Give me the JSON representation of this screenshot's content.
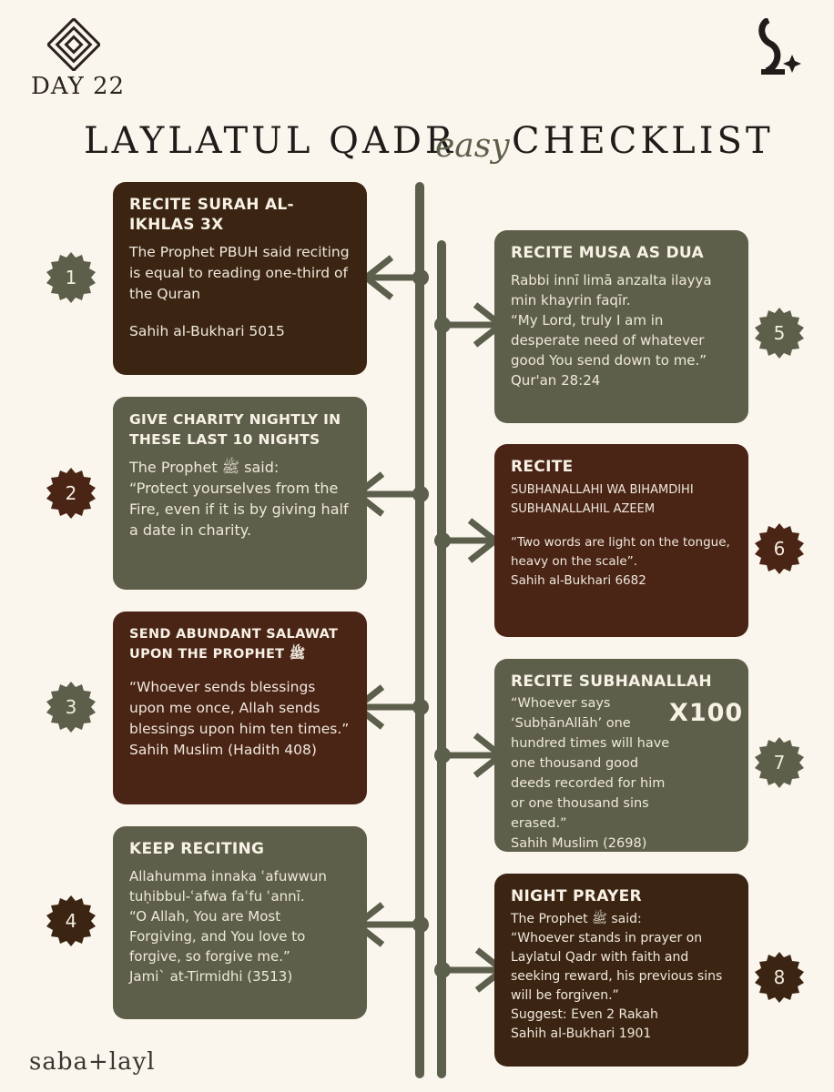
{
  "header": {
    "day": "DAY 22",
    "title_left": "LAYLATUL QADR",
    "title_mid": "easy",
    "title_right": "CHECKLIST"
  },
  "colors": {
    "background": "#faf6ee",
    "olive": "#5e5f4a",
    "dark_brown": "#3b2512",
    "maroon": "#4a2415"
  },
  "items": [
    {
      "num": "1",
      "title": "RECITE SURAH AL-IKHLAS 3X",
      "body": "The Prophet PBUH said reciting is equal to reading one-third of the Quran",
      "source": "Sahih al-Bukhari 5015"
    },
    {
      "num": "2",
      "title": "GIVE CHARITY NIGHTLY IN THESE LAST 10 NIGHTS",
      "body": "The Prophet ﷺ said:\n“Protect yourselves from the Fire, even if it is by giving half a date in charity.",
      "source": ""
    },
    {
      "num": "3",
      "title": "SEND ABUNDANT SALAWAT UPON THE PROPHET ﷺ",
      "body": "“Whoever sends blessings upon me once, Allah sends blessings upon him ten times.”",
      "source": "Sahih Muslim (Hadith 408)"
    },
    {
      "num": "4",
      "title": "KEEP RECITING",
      "body": "Allahumma innaka ʿafuwwun tuḥibbul-ʿafwa faʿfu ʿannī.\n“O Allah, You are Most Forgiving, and You love to forgive, so forgive me.”",
      "source": "Jami` at-Tirmidhi (3513)"
    },
    {
      "num": "5",
      "title": "RECITE MUSA AS DUA",
      "body": "Rabbi innī limā anzalta ilayya min khayrin faqīr.\n“My Lord, truly I am in desperate need of whatever good You send down to me.”",
      "source": "Qur'an 28:24"
    },
    {
      "num": "6",
      "title": "RECITE",
      "arabic": "SUBHANALLAHI WA BIHAMDIHI SUBHANALLAHIL AZEEM",
      "body": "“Two words are light on the tongue, heavy on the scale”.",
      "source": "Sahih al-Bukhari 6682"
    },
    {
      "num": "7",
      "title": "RECITE SUBHANALLAH",
      "count": "X100",
      "body": "“Whoever says ‘SubḥānAllāh’ one hundred times will have one thousand good deeds recorded for him or one thousand sins erased.”",
      "source": "Sahih Muslim (2698)"
    },
    {
      "num": "8",
      "title": "NIGHT PRAYER",
      "body": "The Prophet ﷺ said:\n“Whoever stands in prayer on Laylatul Qadr with faith and seeking reward, his previous sins will be forgiven.”",
      "extra": "Suggest: Even 2 Rakah",
      "source": "Sahih al-Bukhari 1901"
    }
  ],
  "footer": {
    "brand": "saba+layl"
  }
}
